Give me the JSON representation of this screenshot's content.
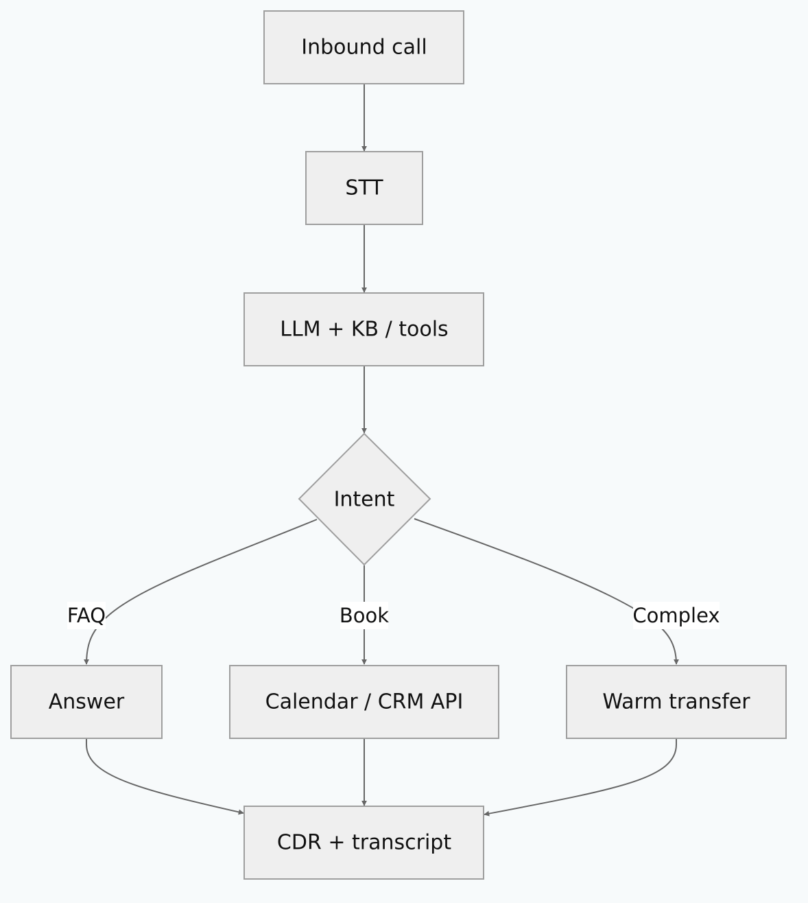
{
  "diagram": {
    "nodes": {
      "inbound_call": "Inbound call",
      "stt": "STT",
      "llm": "LLM + KB / tools",
      "intent": "Intent",
      "answer": "Answer",
      "calendar": "Calendar / CRM API",
      "warm_transfer": "Warm transfer",
      "cdr": "CDR + transcript"
    },
    "edge_labels": {
      "faq": "FAQ",
      "book": "Book",
      "complex": "Complex"
    },
    "edges": [
      {
        "from": "inbound_call",
        "to": "stt"
      },
      {
        "from": "stt",
        "to": "llm"
      },
      {
        "from": "llm",
        "to": "intent"
      },
      {
        "from": "intent",
        "to": "answer",
        "label": "FAQ"
      },
      {
        "from": "intent",
        "to": "calendar",
        "label": "Book"
      },
      {
        "from": "intent",
        "to": "warm_transfer",
        "label": "Complex"
      },
      {
        "from": "answer",
        "to": "cdr"
      },
      {
        "from": "calendar",
        "to": "cdr"
      },
      {
        "from": "warm_transfer",
        "to": "cdr"
      }
    ],
    "colors": {
      "background": "#f7fafb",
      "node_fill": "#efefef",
      "node_stroke": "#9e9e9e",
      "edge": "#666666"
    }
  }
}
